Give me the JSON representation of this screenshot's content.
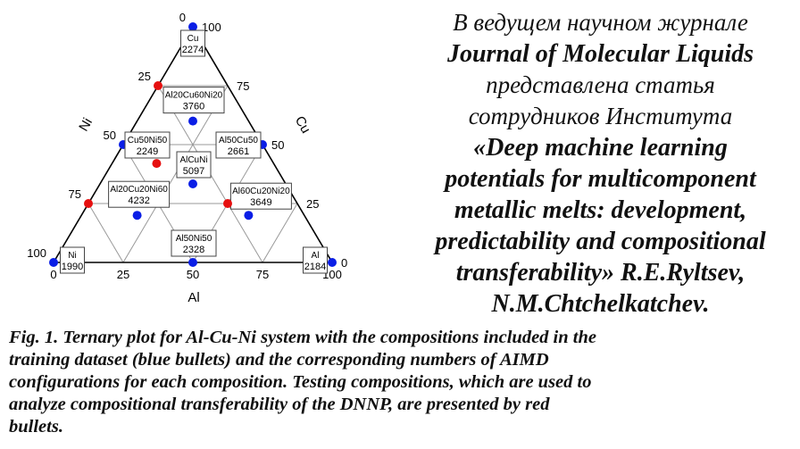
{
  "chart_data": {
    "type": "scatter",
    "subtype": "ternary",
    "axes": {
      "bottom": "Al",
      "left": "Ni",
      "right": "Cu"
    },
    "ticks": [
      0,
      25,
      50,
      75,
      100
    ],
    "grid": true,
    "training_color": "#0a1ee6",
    "testing_color": "#e61010",
    "training": [
      {
        "label": "Cu",
        "sub": "",
        "count": "2274",
        "Al": 0,
        "Cu": 100,
        "Ni": 0
      },
      {
        "label": "Ni",
        "sub": "",
        "count": "1990",
        "Al": 0,
        "Cu": 0,
        "Ni": 100
      },
      {
        "label": "Al",
        "sub": "",
        "count": "2184",
        "Al": 100,
        "Cu": 0,
        "Ni": 0
      },
      {
        "label": "Al50Ni50",
        "count": "2328",
        "Al": 50,
        "Cu": 0,
        "Ni": 50
      },
      {
        "label": "Cu50Ni50",
        "count": "2249",
        "Al": 0,
        "Cu": 50,
        "Ni": 50
      },
      {
        "label": "Al50Cu50",
        "count": "2661",
        "Al": 50,
        "Cu": 50,
        "Ni": 0
      },
      {
        "label": "AlCuNi",
        "count": "5097",
        "Al": 33.3,
        "Cu": 33.3,
        "Ni": 33.3
      },
      {
        "label": "Al20Cu20Ni60",
        "count": "4232",
        "Al": 20,
        "Cu": 20,
        "Ni": 60
      },
      {
        "label": "Al60Cu20Ni20",
        "count": "3649",
        "Al": 60,
        "Cu": 20,
        "Ni": 20
      },
      {
        "label": "Al20Cu60Ni20",
        "count": "3760",
        "Al": 20,
        "Cu": 60,
        "Ni": 20
      }
    ],
    "testing": [
      {
        "Al": 0,
        "Cu": 75,
        "Ni": 25
      },
      {
        "Al": 0,
        "Cu": 25,
        "Ni": 75
      },
      {
        "Al": 50,
        "Cu": 25,
        "Ni": 25
      },
      {
        "Al": 16,
        "Cu": 42,
        "Ni": 42
      }
    ]
  },
  "text": {
    "lines": [
      {
        "t": "В ведущем научном журнале",
        "b": false
      },
      {
        "t": "Journal of Molecular Liquids",
        "b": true
      },
      {
        "t": "представлена статья",
        "b": false
      },
      {
        "t": "сотрудников Института",
        "b": false
      },
      {
        "t": "«Deep machine learning",
        "b": true
      },
      {
        "t": "potentials for multicomponent",
        "b": true
      },
      {
        "t": "metallic melts: development,",
        "b": true
      },
      {
        "t": "predictability and compositional",
        "b": true
      },
      {
        "t": "transferability» R.E.Ryltsev,",
        "b": true
      },
      {
        "t": "N.M.Chtchelkatchev.",
        "b": true
      }
    ]
  },
  "caption": "Fig. 1. Ternary plot for Al-Cu-Ni system with the compositions included in the training dataset (blue bullets) and the corresponding numbers of AIMD configurations for each composition. Testing compositions, which are used to analyze compositional transferability of the DNNP, are presented by red bullets."
}
